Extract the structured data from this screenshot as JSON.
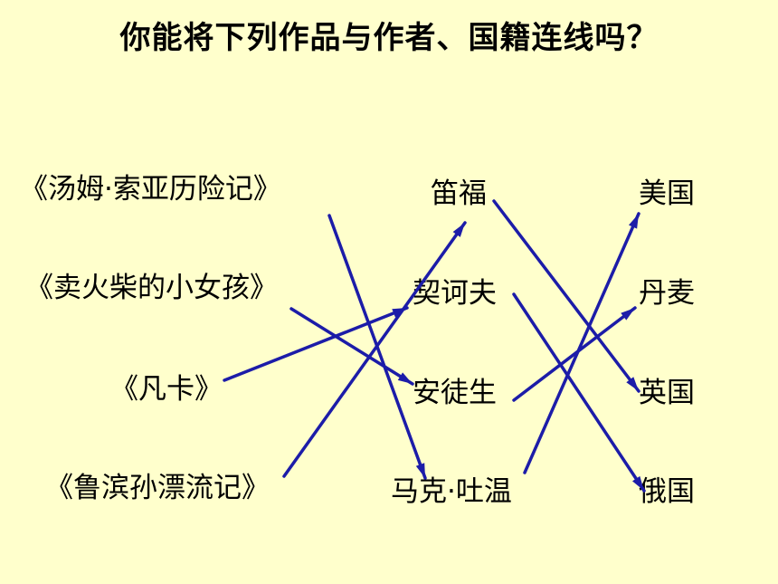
{
  "title": "你能将下列作品与作者、国籍连线吗？",
  "works": [
    "《汤姆·索亚历险记》",
    "《卖火柴的小女孩》",
    "《凡卡》",
    "《鲁滨孙漂流记》"
  ],
  "authors": [
    "笛福",
    "契诃夫",
    "安徒生",
    "马克·吐温"
  ],
  "countries": [
    "美国",
    "丹麦",
    "英国",
    "俄国"
  ],
  "line_color": "#1c1ca8",
  "connections": {
    "work_to_author": [
      [
        0,
        3
      ],
      [
        1,
        2
      ],
      [
        2,
        1
      ],
      [
        3,
        0
      ]
    ],
    "author_to_country": [
      [
        0,
        2
      ],
      [
        1,
        3
      ],
      [
        2,
        1
      ],
      [
        3,
        0
      ]
    ]
  }
}
